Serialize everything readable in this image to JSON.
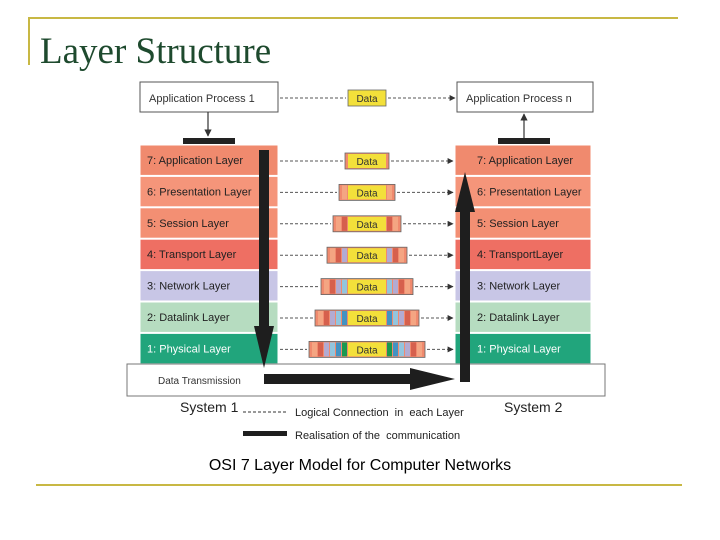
{
  "slide": {
    "title": "Layer Structure",
    "caption": "OSI 7 Layer Model for Computer Networks",
    "accent_color": "#c8b844",
    "title_color": "#1e4a2e"
  },
  "diagram": {
    "process_left": "Application Process 1",
    "process_right": "Application Process n",
    "data_label": "Data",
    "layers_left": [
      "7: Application Layer",
      "6: Presentation Layer",
      "5: Session Layer",
      "4: Transport Layer",
      "3: Network Layer",
      "2: Datalink Layer",
      "1: Physical Layer"
    ],
    "layers_right": [
      "7: Application Layer",
      "6: Presentation Layer",
      "5: Session Layer",
      "4: TransportLayer",
      "3: Network Layer",
      "2: Datalink Layer",
      "1: Physical Layer"
    ],
    "layer_colors": [
      "#f08a6e",
      "#f5957a",
      "#f38f73",
      "#ee6f63",
      "#c8c6e6",
      "#b6dcc0",
      "#21a57c"
    ],
    "transmission_label": "Data Transmission",
    "system_left": "System 1",
    "system_right": "System 2",
    "legend_logical": "Logical Connection  in  each Layer",
    "legend_real": "Realisation of the  communication"
  }
}
